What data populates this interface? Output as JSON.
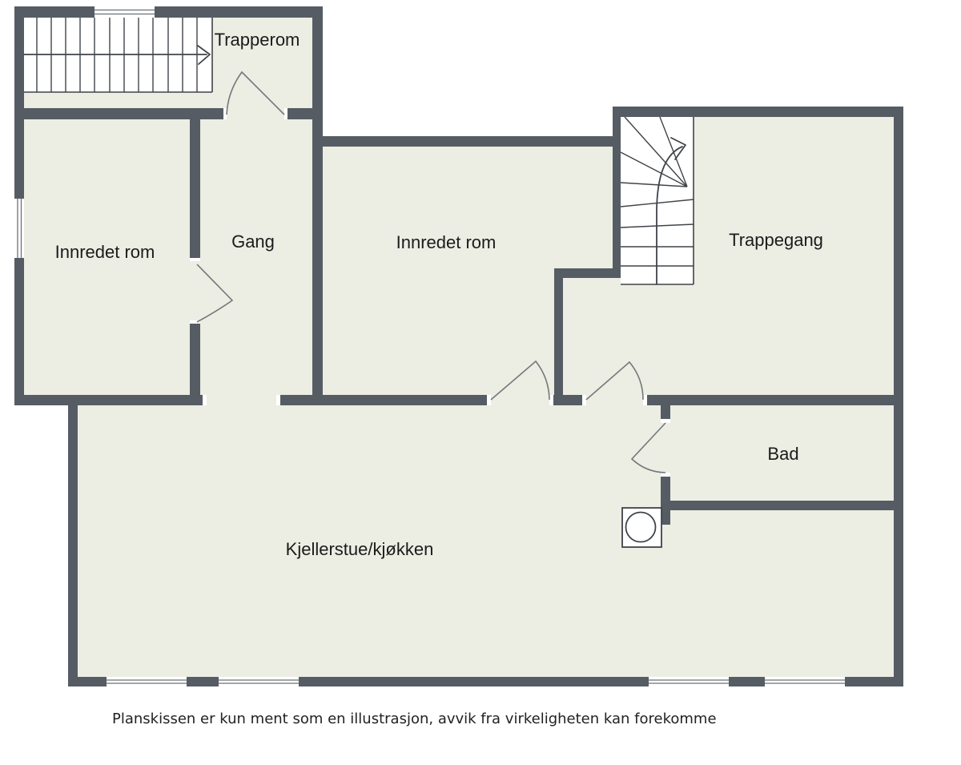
{
  "floorplan": {
    "type": "basement-floor-plan",
    "rooms": [
      {
        "id": "trapperom",
        "label": "Trapperom"
      },
      {
        "id": "innredet-rom-left",
        "label": "Innredet rom"
      },
      {
        "id": "gang",
        "label": "Gang"
      },
      {
        "id": "innredet-rom-middle",
        "label": "Innredet rom"
      },
      {
        "id": "trappegang",
        "label": "Trappegang"
      },
      {
        "id": "bad",
        "label": "Bad"
      },
      {
        "id": "kjellerstue",
        "label": "Kjellerstue/kjøkken"
      }
    ],
    "disclaimer": "Planskissen er kun ment som en illustrasjon, avvik fra virkeligheten kan forekomme",
    "symbols": [
      {
        "name": "staircase-straight-icon",
        "location": "trapperom"
      },
      {
        "name": "staircase-winder-icon",
        "location": "trappegang"
      },
      {
        "name": "washing-machine-icon",
        "location": "kjellerstue"
      },
      {
        "name": "door-swing-icon",
        "count": 5
      },
      {
        "name": "window-icon",
        "count": 6
      }
    ],
    "colors": {
      "wall": "#565c64",
      "floor": "#ecede3",
      "stair_line": "#3f4449",
      "door_line": "#74787c",
      "text": "#1b1b1b",
      "background": "#ffffff"
    }
  }
}
